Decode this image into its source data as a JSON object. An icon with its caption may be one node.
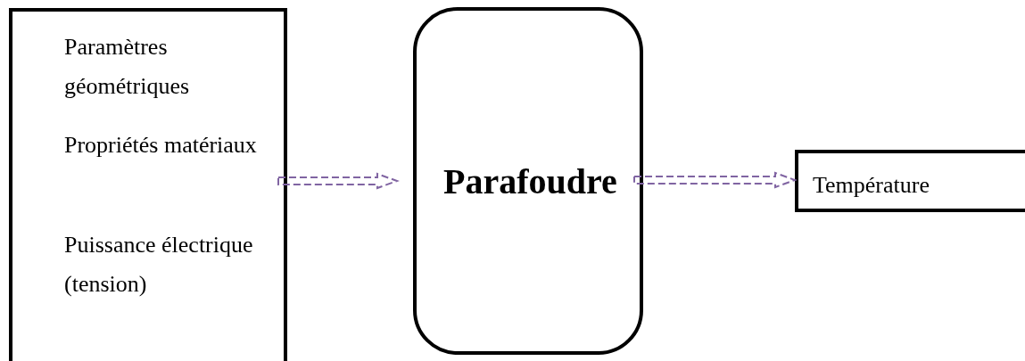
{
  "diagram": {
    "nodes": [
      {
        "text": [
          "Paramètres géométriques",
          "Propriétés matériaux",
          "Puissance électrique (tension)"
        ]
      },
      {
        "text": [
          "Parafoudre"
        ]
      },
      {
        "text": [
          "Température"
        ]
      }
    ],
    "edges": [
      {
        "from": 0,
        "to": 1,
        "arrow": "to",
        "style": "dashed",
        "color": "#8064a2"
      },
      {
        "from": 1,
        "to": 2,
        "arrow": "to",
        "style": "dashed",
        "color": "#8064a2"
      }
    ]
  }
}
